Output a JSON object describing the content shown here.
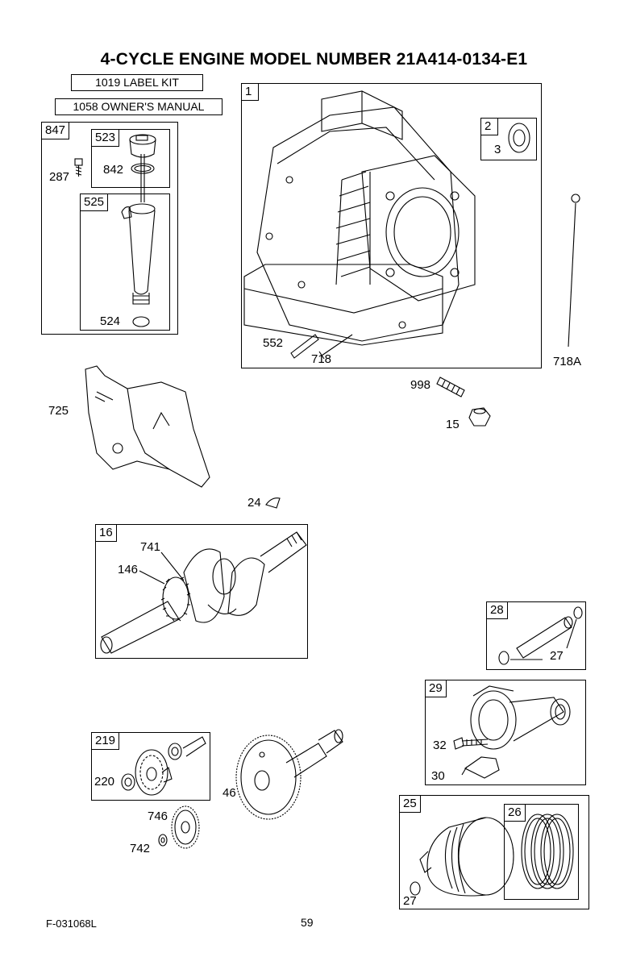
{
  "title": "4-CYCLE  ENGINE MODEL NUMBER 21A414-0134-E1",
  "kits": {
    "label_kit": "1019 LABEL KIT",
    "owners_manual": "1058 OWNER'S MANUAL"
  },
  "groups": {
    "dipstick": "847",
    "cap": "523",
    "tube": "525",
    "block": "1",
    "seal_group": "2",
    "crank_group": "16",
    "pin_group": "28",
    "rod_group": "29",
    "gear_group": "219",
    "piston_group": "25",
    "rings": "26"
  },
  "parts": {
    "p287": "287",
    "p842": "842",
    "p524": "524",
    "p3": "3",
    "p552": "552",
    "p718": "718",
    "p718a": "718A",
    "p998": "998",
    "p15": "15",
    "p725": "725",
    "p24": "24",
    "p741": "741",
    "p146": "146",
    "p27a": "27",
    "p32": "32",
    "p30": "30",
    "p220": "220",
    "p46": "46",
    "p746": "746",
    "p742": "742",
    "p27b": "27"
  },
  "footer": {
    "form_number": "F-031068L",
    "page_number": "59"
  }
}
